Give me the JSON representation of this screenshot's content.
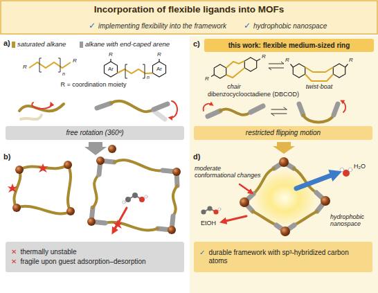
{
  "diagram": {
    "title": "Incorporation of flexible ligands into MOFs",
    "nodes": [
      {
        "text": [
          "this work: flexible medium-sized ring"
        ]
      },
      {
        "text": [
          "free rotation (360º)"
        ]
      },
      {
        "text": [
          "restricted flipping motion"
        ]
      },
      {
        "text": [
          "✕",
          "thermally unstable",
          "✕",
          "fragile upon guest adsorption–desorption"
        ]
      },
      {
        "text": [
          "✓",
          "durable framework with sp³-hybridized carbon atoms"
        ]
      }
    ],
    "labels": [
      "✓",
      "implementing flexibility into the framework",
      "✓",
      "hydrophobic nanospace",
      "a)",
      "saturated alkane",
      "alkane with end-caped arene",
      "R",
      "n",
      "R",
      "R",
      "Ar",
      "n",
      "Ar",
      "R",
      "R = coordination moiety",
      "b)",
      "c)",
      "R",
      "R",
      "chair",
      "R",
      "R",
      "twist-boat",
      "dibenzocyclooctadiene (DBCOD)",
      "d)",
      "moderate conformational changes",
      "H₂O",
      "EtOH",
      "hydrophobic nanospace"
    ]
  }
}
